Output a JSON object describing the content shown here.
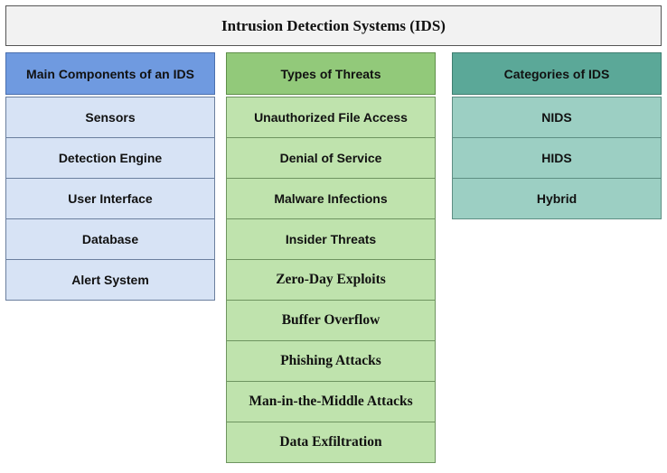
{
  "title": "Intrusion Detection Systems (IDS)",
  "columns": {
    "components": {
      "header": "Main Components of an IDS",
      "items": [
        "Sensors",
        "Detection Engine",
        "User Interface",
        "Database",
        "Alert System"
      ]
    },
    "threats": {
      "header": "Types of Threats",
      "items": [
        "Unauthorized File Access",
        "Denial of Service",
        "Malware Infections",
        "Insider Threats",
        "Zero-Day Exploits",
        "Buffer Overflow",
        "Phishing Attacks",
        "Man-in-the-Middle Attacks",
        "Data Exfiltration"
      ]
    },
    "categories": {
      "header": "Categories of IDS",
      "items": [
        "NIDS",
        "HIDS",
        "Hybrid"
      ]
    }
  },
  "colors": {
    "components_header": "#6f9ae0",
    "components_cell": "#d7e3f5",
    "threats_header": "#92c97a",
    "threats_cell": "#bfe3ad",
    "categories_header": "#5ba898",
    "categories_cell": "#9ccfc3"
  }
}
